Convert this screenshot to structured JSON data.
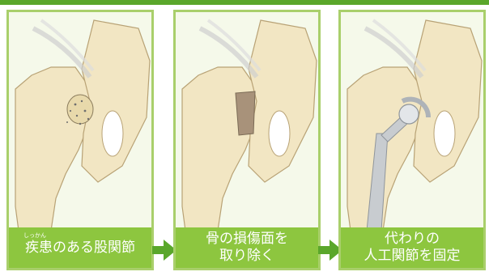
{
  "steps": [
    {
      "furigana": "しっかん",
      "ruby_base": "疾患",
      "rest": "のある股関節"
    },
    {
      "line1": "骨の損傷面を",
      "line2": "取り除く"
    },
    {
      "line1": "代わりの",
      "line2": "人工関節を固定"
    }
  ],
  "colors": {
    "accent_green": "#5aa72b",
    "label_green": "#8dc63f",
    "panel_border": "#a9cf6b",
    "bone": "#f2e6c3",
    "implant": "#c8ccd0"
  },
  "icons": [
    "hip-joint-illustration",
    "arrow-right-icon"
  ]
}
